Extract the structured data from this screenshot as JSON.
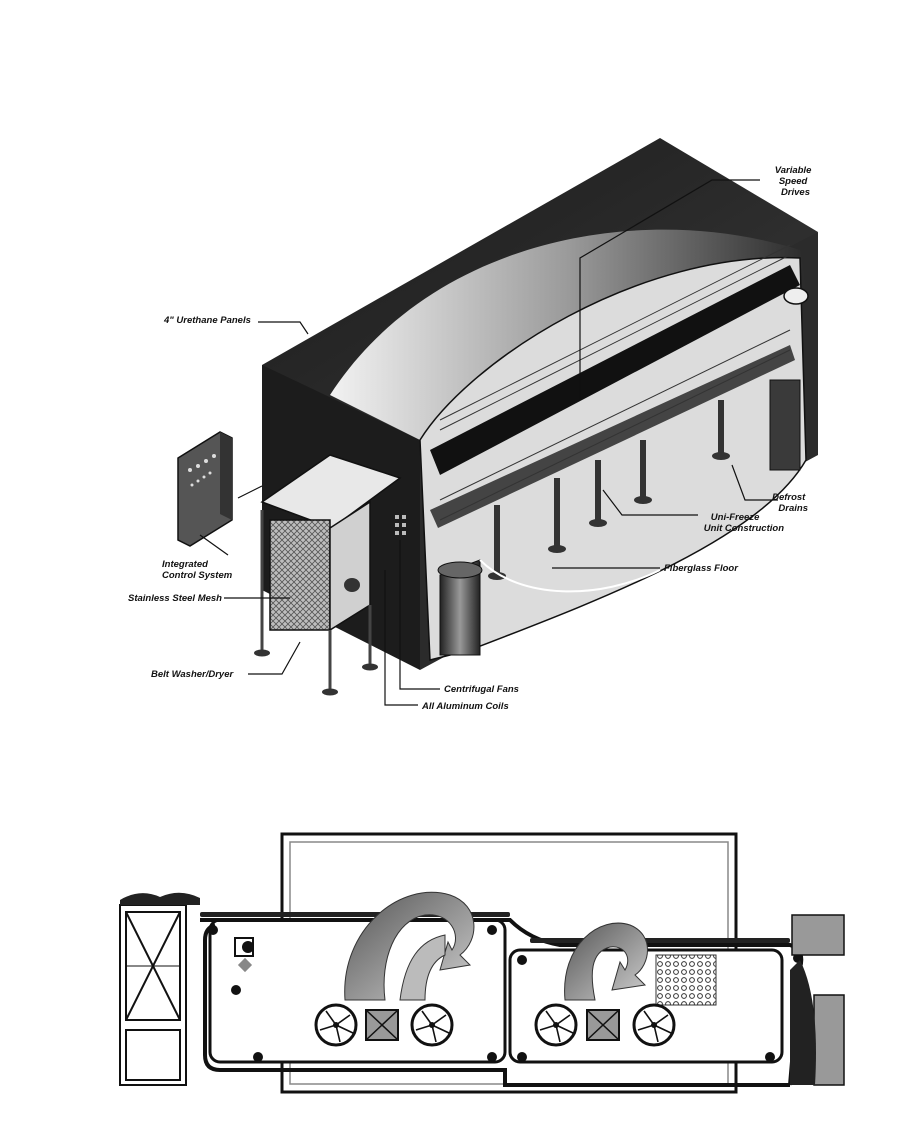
{
  "top_diagram": {
    "labels": {
      "variable_speed_drives": [
        "Variable",
        "Speed",
        "Drives"
      ],
      "urethane_panels": "4\" Urethane Panels",
      "integrated_control_system": [
        "Integrated",
        "Control System"
      ],
      "stainless_steel_mesh": "Stainless Steel Mesh",
      "belt_washer_dryer": "Belt Washer/Dryer",
      "defrost_drains": [
        "Defrost",
        "Drains"
      ],
      "uni_freeze_unit_construction": [
        "Uni-Freeze",
        "Unit Construction"
      ],
      "fiberglass_floor": "Fiberglass Floor",
      "centrifugal_fans": "Centrifugal Fans",
      "all_aluminum_coils": "All Aluminum Coils"
    }
  },
  "bottom_diagram": {
    "fan_count": 4,
    "zone_count": 2
  }
}
